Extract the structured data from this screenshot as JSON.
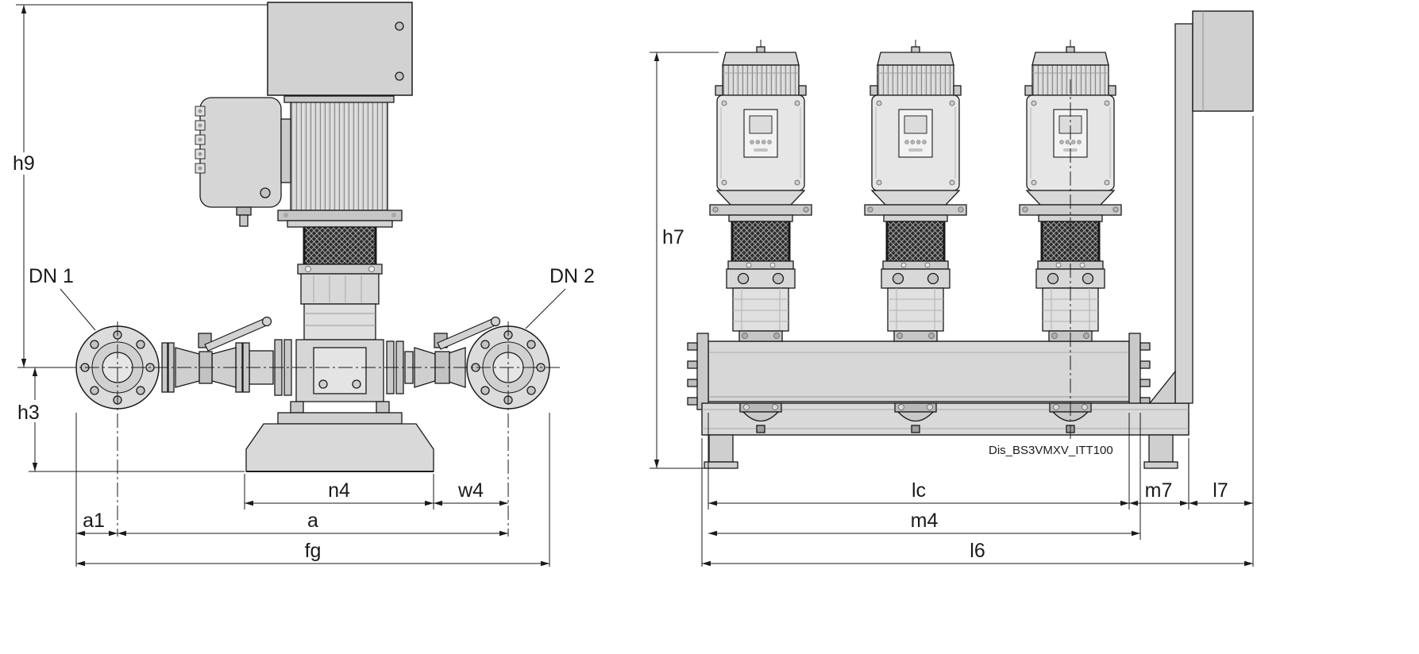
{
  "left_view": {
    "name": "single-pump-side-view",
    "dim_labels": {
      "h9": "h9",
      "h3": "h3",
      "n4": "n4",
      "w4": "w4",
      "a1": "a1",
      "a": "a",
      "fg": "fg"
    },
    "port_labels": {
      "dn1": "DN 1",
      "dn2": "DN 2"
    }
  },
  "right_view": {
    "name": "three-pump-front-view",
    "pump_count": 3,
    "dim_labels": {
      "h7": "h7",
      "lc": "lc",
      "m7": "m7",
      "l7": "l7",
      "m4": "m4",
      "l6": "l6"
    },
    "drawing_id": "Dis_BS3VMXV_ITT100"
  },
  "colors": {
    "line": "#1a1a1a",
    "fill_light": "#dcdcdc",
    "fill_mid": "#c9c9c9",
    "fill_dark": "#2e2e2e",
    "background": "#ffffff"
  }
}
